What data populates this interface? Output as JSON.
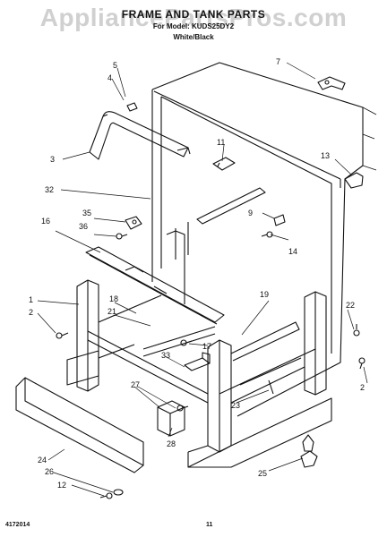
{
  "header": {
    "title": "FRAME AND TANK PARTS",
    "model": "For Model: KUDS25DY2",
    "color": "White/Black",
    "watermark": "AppliancePartsPros.com"
  },
  "footer": {
    "doc_number": "4172014",
    "page_number": "11"
  },
  "callouts": [
    "1",
    "2",
    "2",
    "3",
    "4",
    "5",
    "7",
    "9",
    "11",
    "12",
    "13",
    "14",
    "16",
    "17",
    "18",
    "19",
    "21",
    "22",
    "23",
    "24",
    "25",
    "26",
    "27",
    "28",
    "32",
    "33",
    "35",
    "36"
  ]
}
